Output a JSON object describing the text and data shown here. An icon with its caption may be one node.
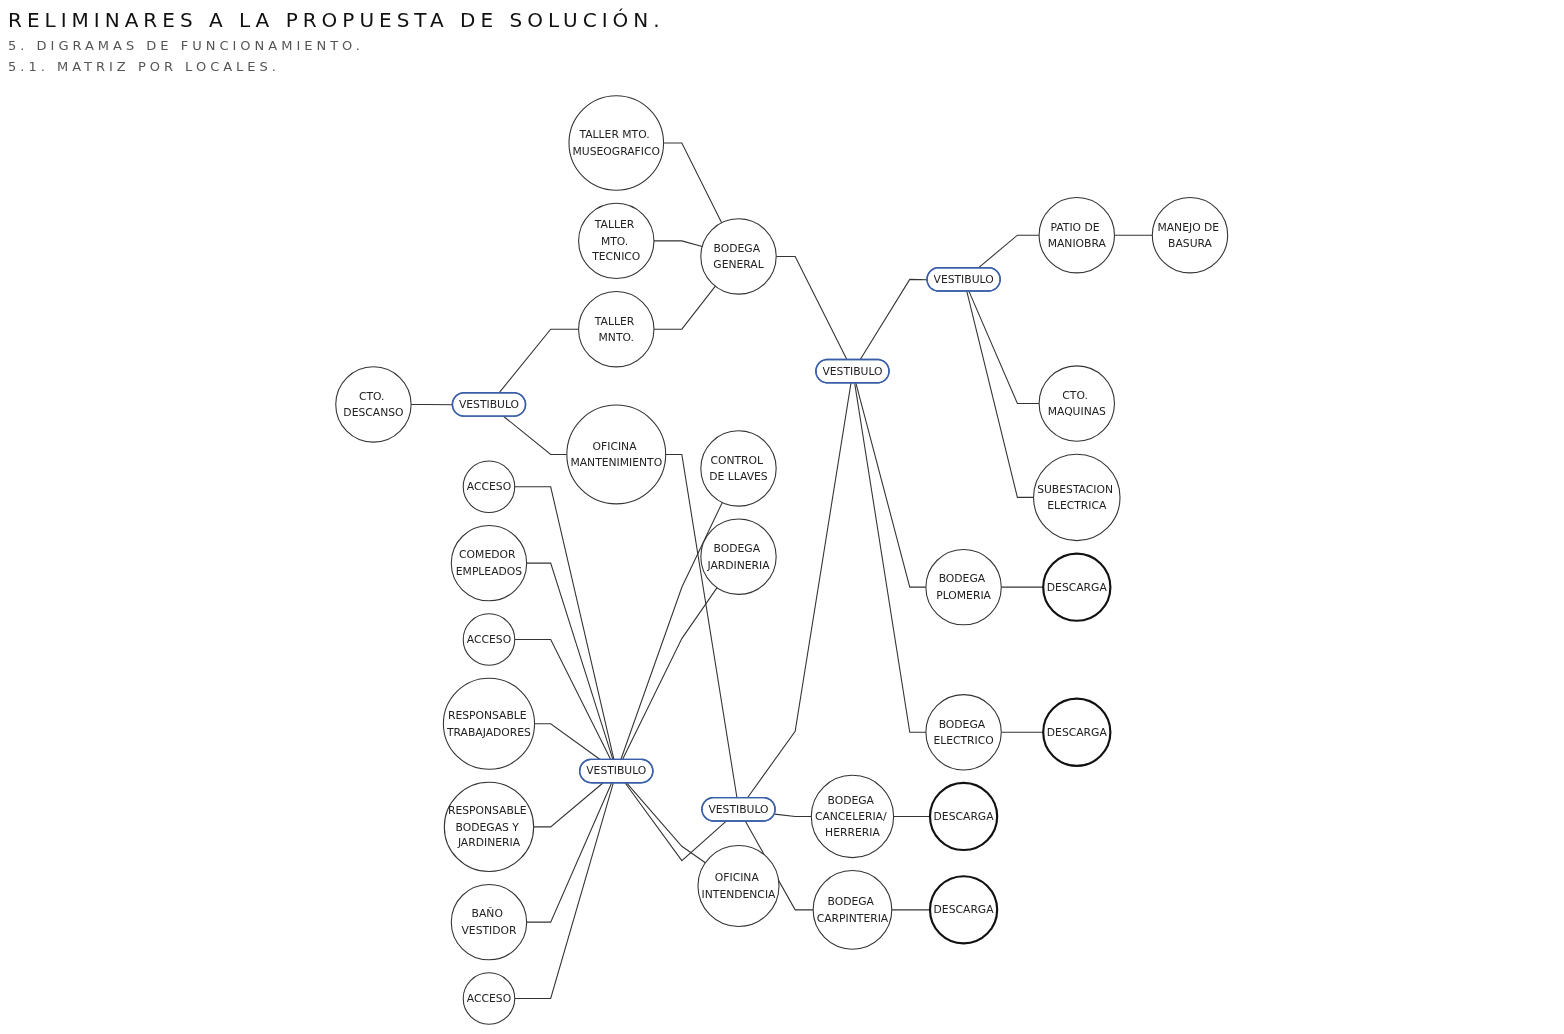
{
  "diagram": {
    "title": "RELIMINARES A LA PROPUESTA DE SOLUCIÓN.",
    "labels": [
      "5. DIGRAMAS DE FUNCIONAMIENTO.",
      "5.1. MATRIZ POR LOCALES."
    ],
    "nodes": [
      {
        "text": [
          "MANEJO DE BASURA"
        ]
      },
      {
        "text": [
          "PATIO DE MANIOBRA"
        ]
      },
      {
        "text": [
          "TALLER MTO. MUSEOGRAFICO"
        ]
      },
      {
        "text": [
          "BODEGA GENERAL"
        ]
      },
      {
        "text": [
          "TALLER MTO. TECNICO"
        ]
      },
      {
        "text": [
          "TALLER MNTO."
        ]
      },
      {
        "text": [
          "VESTIBULO"
        ]
      },
      {
        "text": [
          "CTO. DESCANSO"
        ]
      },
      {
        "text": [
          "CTO. MAQUINAS"
        ]
      },
      {
        "text": [
          "BODEGA JARDINERIA"
        ]
      },
      {
        "text": [
          "VESTIBULO"
        ]
      },
      {
        "text": [
          "VESTIBULO"
        ]
      },
      {
        "text": [
          "SUBESTACION ELECTRICA"
        ]
      },
      {
        "text": [
          "OFICINA MANTENIMIENTO"
        ]
      },
      {
        "text": [
          "ACCESO"
        ]
      },
      {
        "text": [
          "CONTROL DE LLAVES"
        ]
      },
      {
        "text": [
          "OFICINA INTENDENCIA"
        ]
      },
      {
        "text": [
          "BODEGA ELECTRICO"
        ]
      },
      {
        "text": [
          "COMEDOR EMPLEADOS"
        ]
      },
      {
        "text": [
          "VESTIBULO"
        ]
      },
      {
        "text": [
          "BODEGA PLOMERIA"
        ]
      },
      {
        "text": [
          "VESTIBULO"
        ]
      },
      {
        "text": [
          "BODEGA CARPINTERIA"
        ]
      },
      {
        "text": [
          "ACCESO"
        ]
      },
      {
        "text": [
          "DESCARGA"
        ]
      },
      {
        "text": [
          "RESPONSABLE TRABAJADORES"
        ]
      },
      {
        "text": [
          "BODEGA CANCELERIA/ HERRERIA"
        ]
      },
      {
        "text": [
          "DESCARGA"
        ]
      },
      {
        "text": [
          "RESPONSABLE BODEGAS Y JARDINERIA"
        ]
      },
      {
        "text": [
          "BAÑO VESTIDOR"
        ]
      },
      {
        "text": [
          "DESCARGA"
        ]
      },
      {
        "text": [
          "DESCARGA"
        ]
      },
      {
        "text": [
          "ACCESO"
        ]
      }
    ],
    "edges": [
      {
        "from": 1,
        "to": 0,
        "arrow": "none"
      },
      {
        "from": 6,
        "to": 1,
        "arrow": "none"
      },
      {
        "from": 6,
        "to": 8,
        "arrow": "none"
      },
      {
        "from": 6,
        "to": 12,
        "arrow": "none"
      },
      {
        "from": 11,
        "to": 6,
        "arrow": "none"
      },
      {
        "from": 2,
        "to": 3,
        "arrow": "none"
      },
      {
        "from": 4,
        "to": 3,
        "arrow": "none"
      },
      {
        "from": 5,
        "to": 3,
        "arrow": "none"
      },
      {
        "from": 3,
        "to": 11,
        "arrow": "none"
      },
      {
        "from": 7,
        "to": 10,
        "arrow": "none"
      },
      {
        "from": 10,
        "to": 5,
        "arrow": "none"
      },
      {
        "from": 10,
        "to": 13,
        "arrow": "none"
      },
      {
        "from": 13,
        "to": 19,
        "arrow": "none"
      },
      {
        "from": 19,
        "to": 11,
        "arrow": "none"
      },
      {
        "from": 11,
        "to": 20,
        "arrow": "none"
      },
      {
        "from": 11,
        "to": 17,
        "arrow": "none"
      },
      {
        "from": 14,
        "to": 21,
        "arrow": "none"
      },
      {
        "from": 18,
        "to": 21,
        "arrow": "none"
      },
      {
        "from": 21,
        "to": 15,
        "arrow": "none"
      },
      {
        "from": 21,
        "to": 9,
        "arrow": "none"
      },
      {
        "from": 21,
        "to": 16,
        "arrow": "none"
      },
      {
        "from": 21,
        "to": 19,
        "arrow": "none"
      },
      {
        "from": 23,
        "to": 21,
        "arrow": "none"
      },
      {
        "from": 29,
        "to": 21,
        "arrow": "none"
      },
      {
        "from": 25,
        "to": 21,
        "arrow": "none"
      },
      {
        "from": 28,
        "to": 21,
        "arrow": "none"
      },
      {
        "from": 32,
        "to": 21,
        "arrow": "none"
      },
      {
        "from": 19,
        "to": 26,
        "arrow": "none"
      },
      {
        "from": 19,
        "to": 22,
        "arrow": "none"
      },
      {
        "from": 26,
        "to": 31,
        "arrow": "none"
      },
      {
        "from": 22,
        "to": 30,
        "arrow": "none"
      },
      {
        "from": 20,
        "to": 27,
        "arrow": "none"
      },
      {
        "from": 17,
        "to": 24,
        "arrow": "none"
      }
    ]
  }
}
